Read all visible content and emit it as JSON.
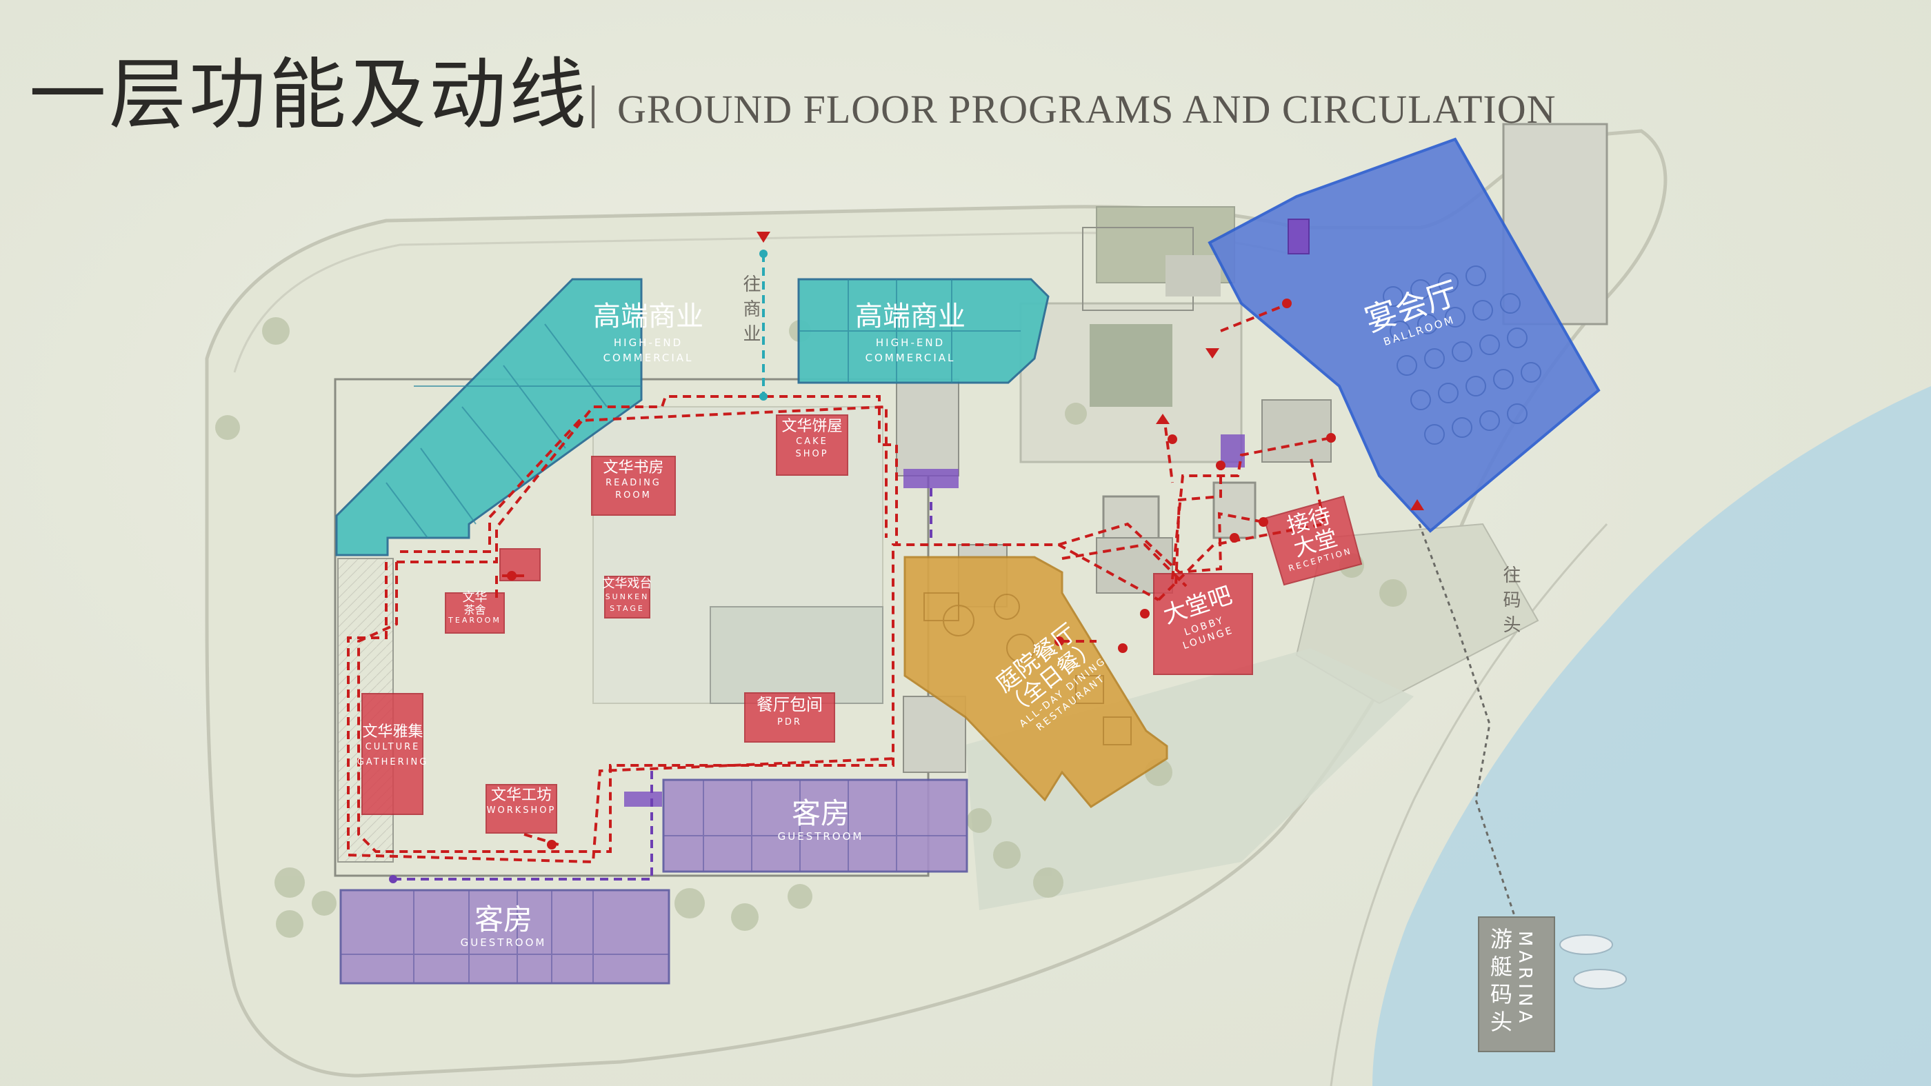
{
  "title": {
    "cn": "一层功能及动线",
    "en": "GROUND FLOOR PROGRAMS AND CIRCULATION"
  },
  "colors": {
    "commercial": "#4fc1bd",
    "cultural": "#d5444f",
    "dining": "#d6a448",
    "ballroom": "#5f7fd6",
    "guestroom": "#a58fc8",
    "water": "#b5d4e0",
    "path_red": "#c91c1c",
    "path_cyan": "#29a9b5",
    "path_purple": "#6d3fb3"
  },
  "zones": {
    "commercial_left": {
      "cn": "高端商业",
      "en1": "HIGH-END",
      "en2": "COMMERCIAL"
    },
    "commercial_right": {
      "cn": "高端商业",
      "en1": "HIGH-END",
      "en2": "COMMERCIAL"
    },
    "ballroom": {
      "cn": "宴会厅",
      "en": "BALLROOM"
    },
    "cake_shop": {
      "cn": "文华饼屋",
      "en1": "CAKE",
      "en2": "SHOP"
    },
    "reading_room": {
      "cn": "文华书房",
      "en1": "READING",
      "en2": "ROOM"
    },
    "sunken_stage": {
      "cn": "文华戏台",
      "en1": "SUNKEN",
      "en2": "STAGE"
    },
    "tearoom": {
      "cn1": "文华",
      "cn2": "茶舍",
      "en": "TEAROOM"
    },
    "culture_gathering": {
      "cn": "文华雅集",
      "en1": "CULTURE",
      "en2": "GATHERING"
    },
    "workshop": {
      "cn": "文华工坊",
      "en": "WORKSHOP"
    },
    "pdr": {
      "cn": "餐厅包间",
      "en": "PDR"
    },
    "restaurant": {
      "cn1": "庭院餐厅",
      "cn2": "（全日餐）",
      "en1": "ALL-DAY DINING",
      "en2": "RESTAURANT"
    },
    "lobby_lounge": {
      "cn": "大堂吧",
      "en1": "LOBBY",
      "en2": "LOUNGE"
    },
    "reception": {
      "cn1": "接待",
      "cn2": "大堂",
      "en": "RECEPTION"
    },
    "guestroom_upper": {
      "cn": "客房",
      "en": "GUESTROOM"
    },
    "guestroom_lower": {
      "cn": "客房",
      "en": "GUESTROOM"
    }
  },
  "signs": {
    "to_commercial": "往商业",
    "to_pier": "往码头",
    "marina_cn": "游艇码头",
    "marina_en": "MARINA"
  }
}
